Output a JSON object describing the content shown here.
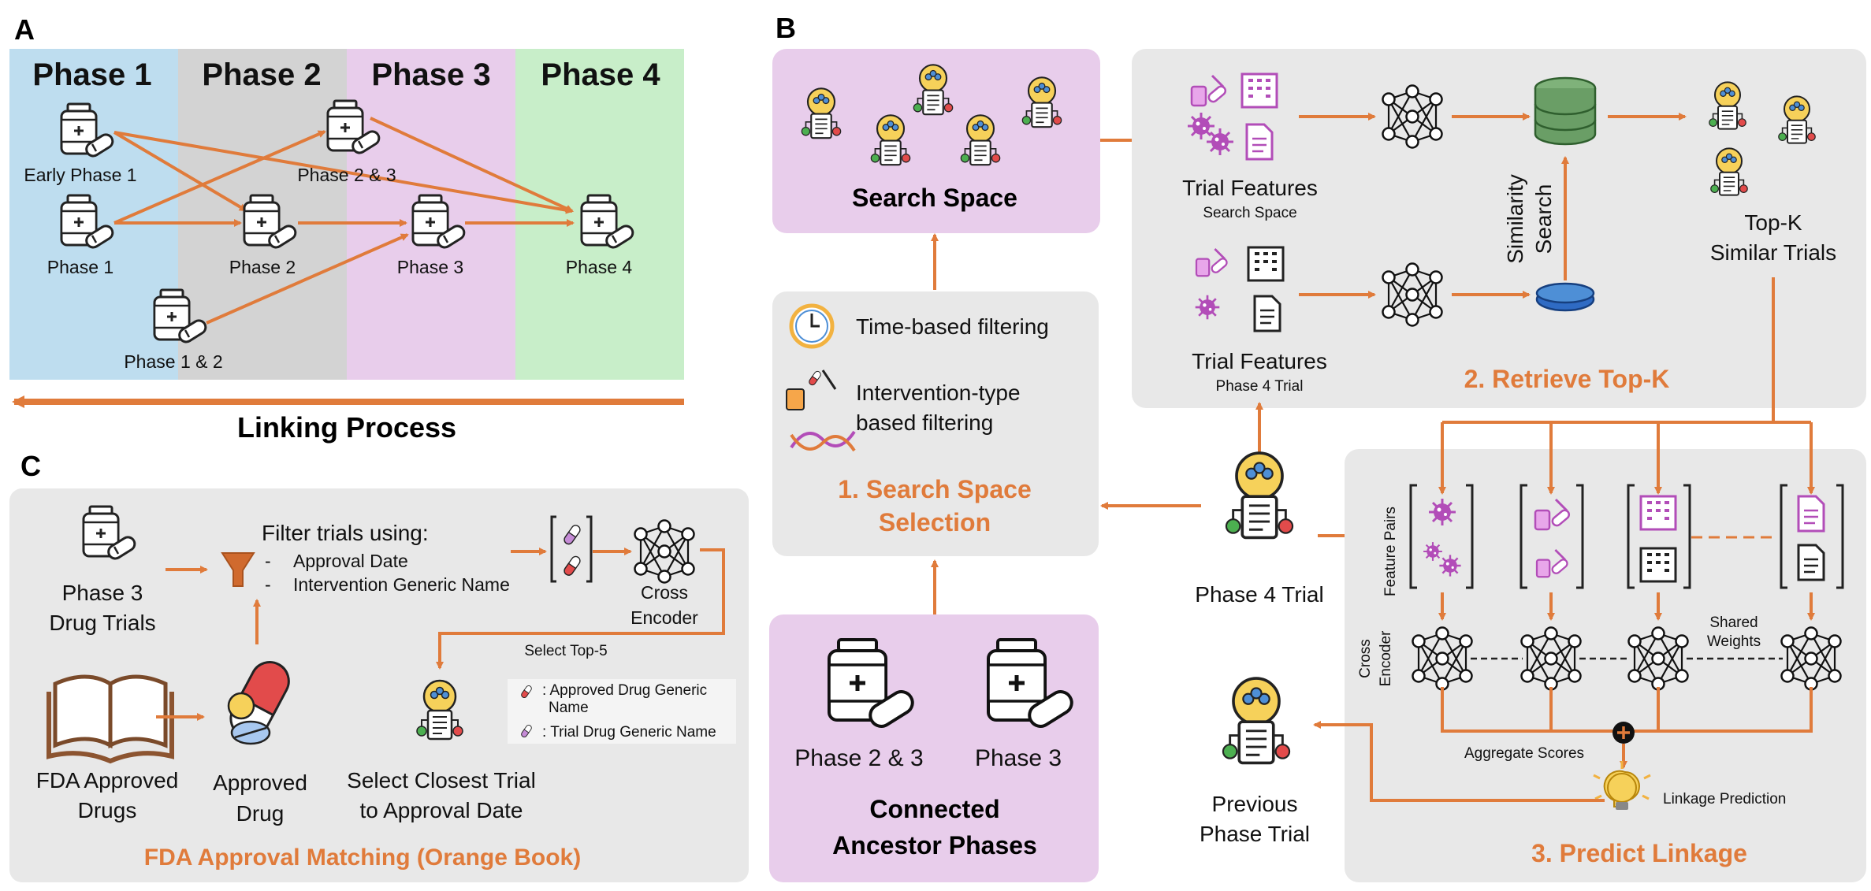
{
  "panel_letters": {
    "a": "A",
    "b": "B",
    "c": "C"
  },
  "panel_a": {
    "phase_headers": [
      "Phase 1",
      "Phase 2",
      "Phase 3",
      "Phase 4"
    ],
    "nodes": {
      "early_phase_1": "Early Phase 1",
      "phase_1": "Phase 1",
      "phase_1_2": "Phase 1 & 2",
      "phase_2": "Phase 2",
      "phase_2_3": "Phase 2 & 3",
      "phase_3": "Phase 3",
      "phase_4": "Phase 4"
    },
    "linking_process": "Linking Process",
    "colors": {
      "phase1": "#BEDDEF",
      "phase2": "#D3D3D3",
      "phase3": "#E8CDEB",
      "phase4": "#C8EEC9",
      "arrow": "#E07B3B"
    }
  },
  "panel_b": {
    "search_space": "Search Space",
    "filters": {
      "time": "Time-based filtering",
      "intervention_line1": "Intervention-type",
      "intervention_line2": "based filtering"
    },
    "step1_line1": "1. Search Space",
    "step1_line2": "Selection",
    "connected": {
      "phase_2_3": "Phase 2 & 3",
      "phase_3": "Phase 3",
      "title_line1": "Connected",
      "title_line2": "Ancestor Phases"
    },
    "trial_features_top": "Trial Features",
    "trial_features_top_sub": "Search Space",
    "trial_features_bottom": "Trial Features",
    "trial_features_bottom_sub": "Phase 4 Trial",
    "similarity": "Similarity",
    "search": "Search",
    "topk_line1": "Top-K",
    "topk_line2": "Similar Trials",
    "step2": "2. Retrieve Top-K",
    "phase4_trial": "Phase 4 Trial",
    "feature_pairs": "Feature Pairs",
    "cross_encoder_a": "Cross",
    "cross_encoder_b": "Encoder",
    "shared_weights_a": "Shared",
    "shared_weights_b": "Weights",
    "aggregate_scores": "Aggregate Scores",
    "linkage_prediction": "Linkage Prediction",
    "previous_line1": "Previous",
    "previous_line2": "Phase Trial",
    "step3": "3. Predict Linkage"
  },
  "panel_c": {
    "phase3_line1": "Phase 3",
    "phase3_line2": "Drug Trials",
    "filter_title": "Filter trials using:",
    "filter_items": [
      "Approval Date",
      "Intervention Generic Name"
    ],
    "cross_encoder_a": "Cross",
    "cross_encoder_b": "Encoder",
    "select_top5": "Select Top-5",
    "legend_approved_a": ": Approved Drug Generic",
    "legend_approved_b": "Name",
    "legend_trial": ": Trial Drug Generic Name",
    "fda_line1": "FDA Approved",
    "fda_line2": "Drugs",
    "approved_line1": "Approved",
    "approved_line2": "Drug",
    "closest_line1": "Select Closest Trial",
    "closest_line2": "to Approval Date",
    "title": "FDA Approval Matching (Orange Book)"
  }
}
